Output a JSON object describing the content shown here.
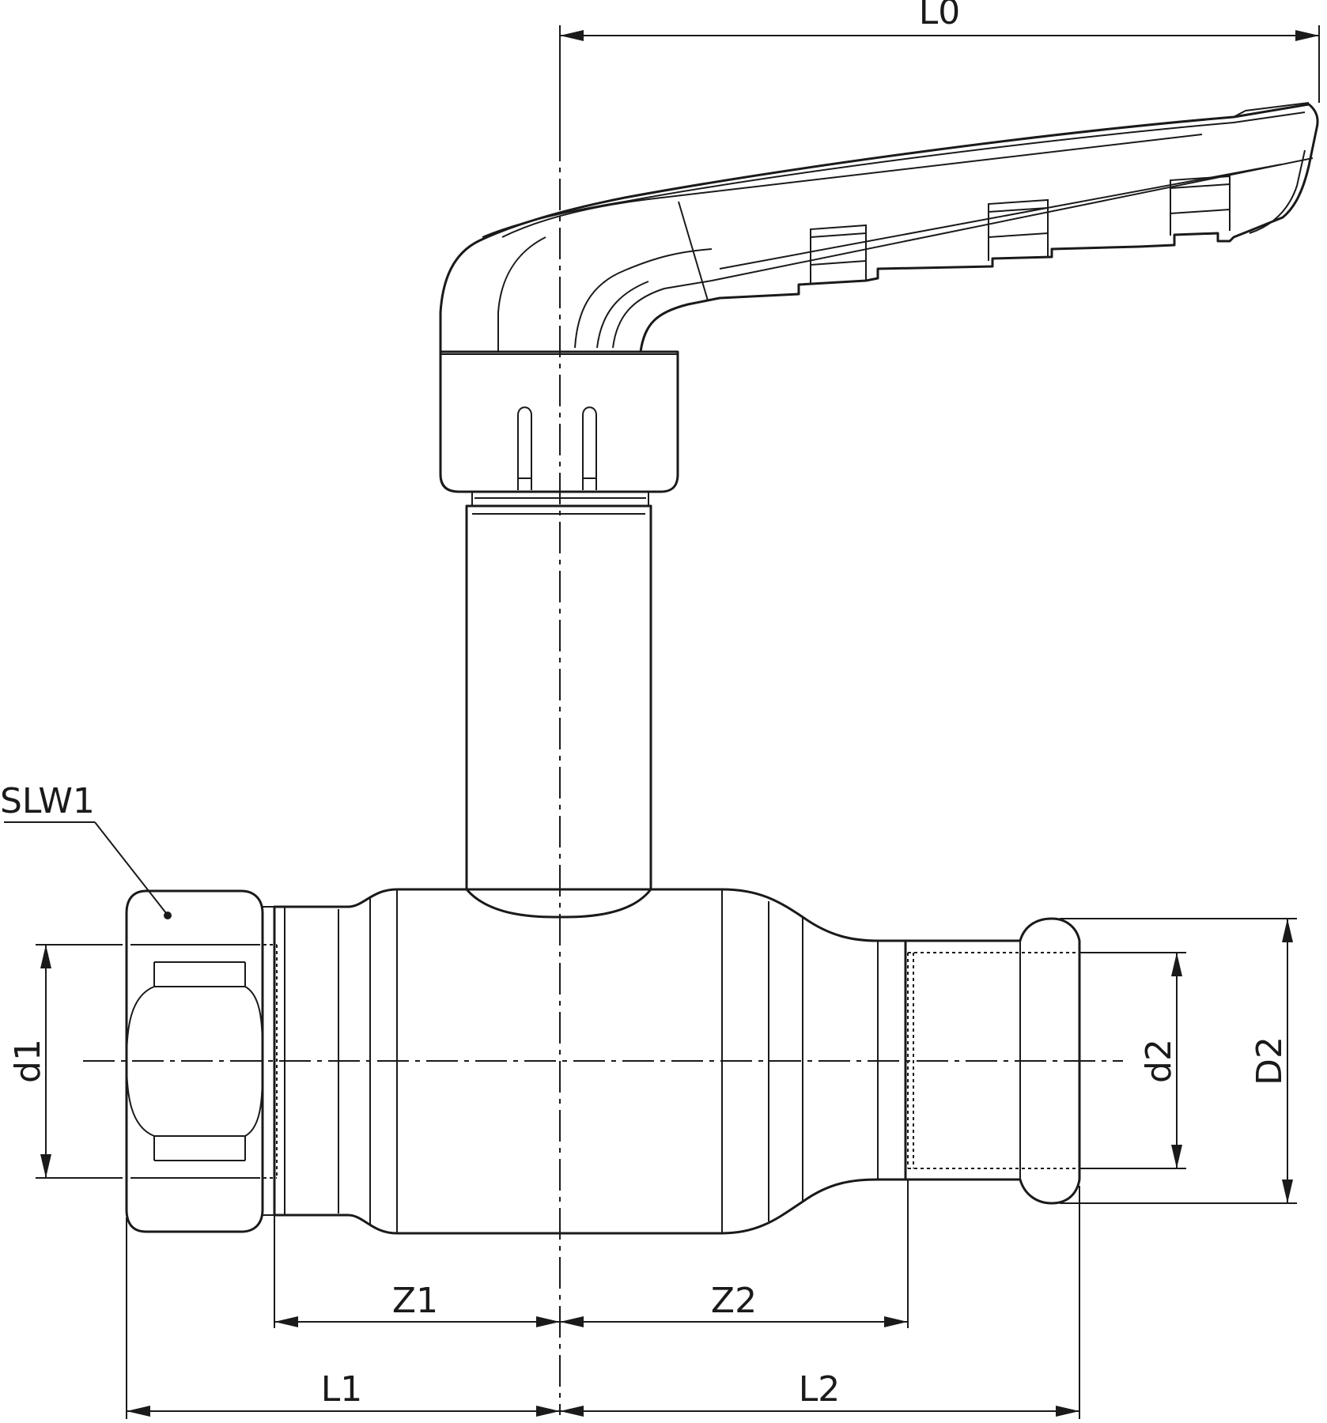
{
  "drawing": {
    "title": "",
    "labels": {
      "L0": "L0",
      "SLW1": "SLW1",
      "d1": "d1",
      "d2": "d2",
      "D2": "D2",
      "Z1": "Z1",
      "Z2": "Z2",
      "L1": "L1",
      "L2": "L2"
    }
  }
}
